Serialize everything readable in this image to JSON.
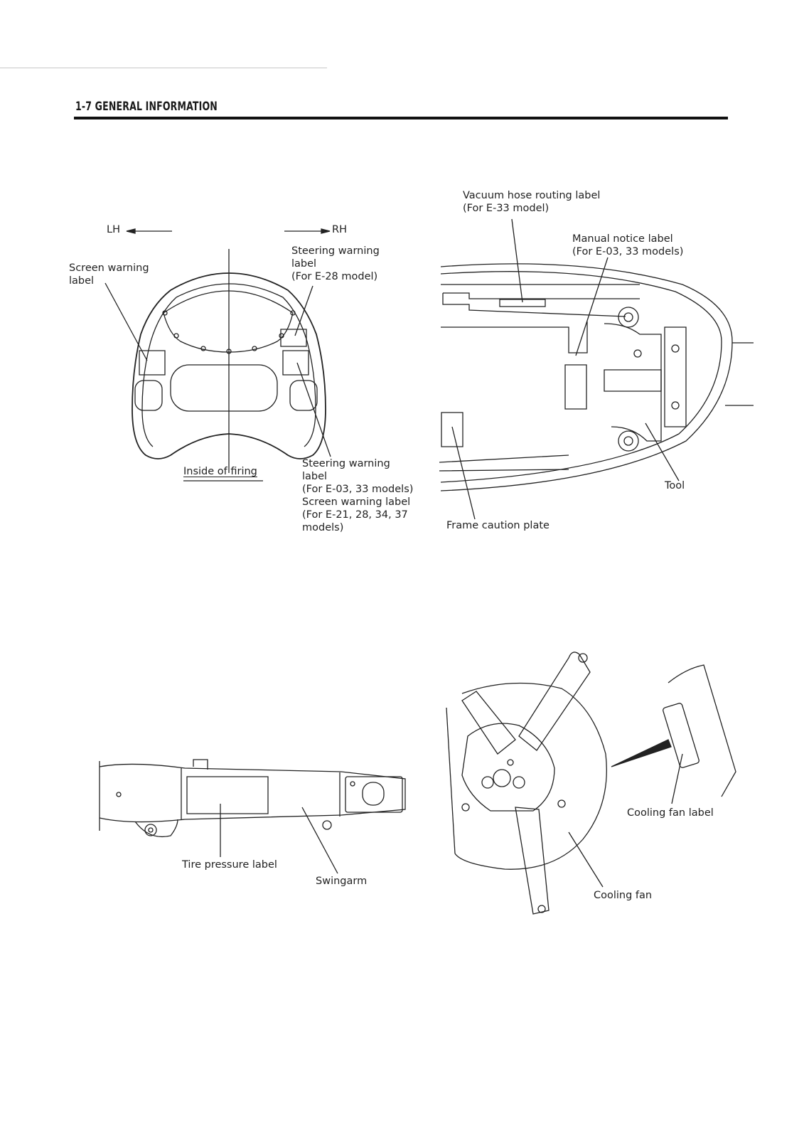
{
  "header": {
    "title": "1-7 GENERAL INFORMATION"
  },
  "fairing_figure": {
    "lh": "LH",
    "rh": "RH",
    "screen_warning": [
      "Screen warning",
      "label"
    ],
    "steering_warning_top": [
      "Steering warning",
      "label",
      "(For E-28 model)"
    ],
    "inside_label": "Inside of firing",
    "steering_warning_bottom": [
      "Steering warning",
      "label",
      "(For E-03, 33 models)",
      "Screen warning label",
      "(For E-21, 28, 34, 37",
      "models)"
    ]
  },
  "seat_figure": {
    "vacuum_hose": [
      "Vacuum hose routing label",
      "(For E-33 model)"
    ],
    "manual_notice": [
      "Manual notice label",
      "(For E-03, 33 models)"
    ],
    "tool": "Tool",
    "frame_caution": "Frame caution plate"
  },
  "swingarm_figure": {
    "tire_pressure": "Tire pressure label",
    "swingarm": "Swingarm"
  },
  "fan_figure": {
    "cooling_fan_label": "Cooling fan label",
    "cooling_fan": "Cooling fan"
  }
}
